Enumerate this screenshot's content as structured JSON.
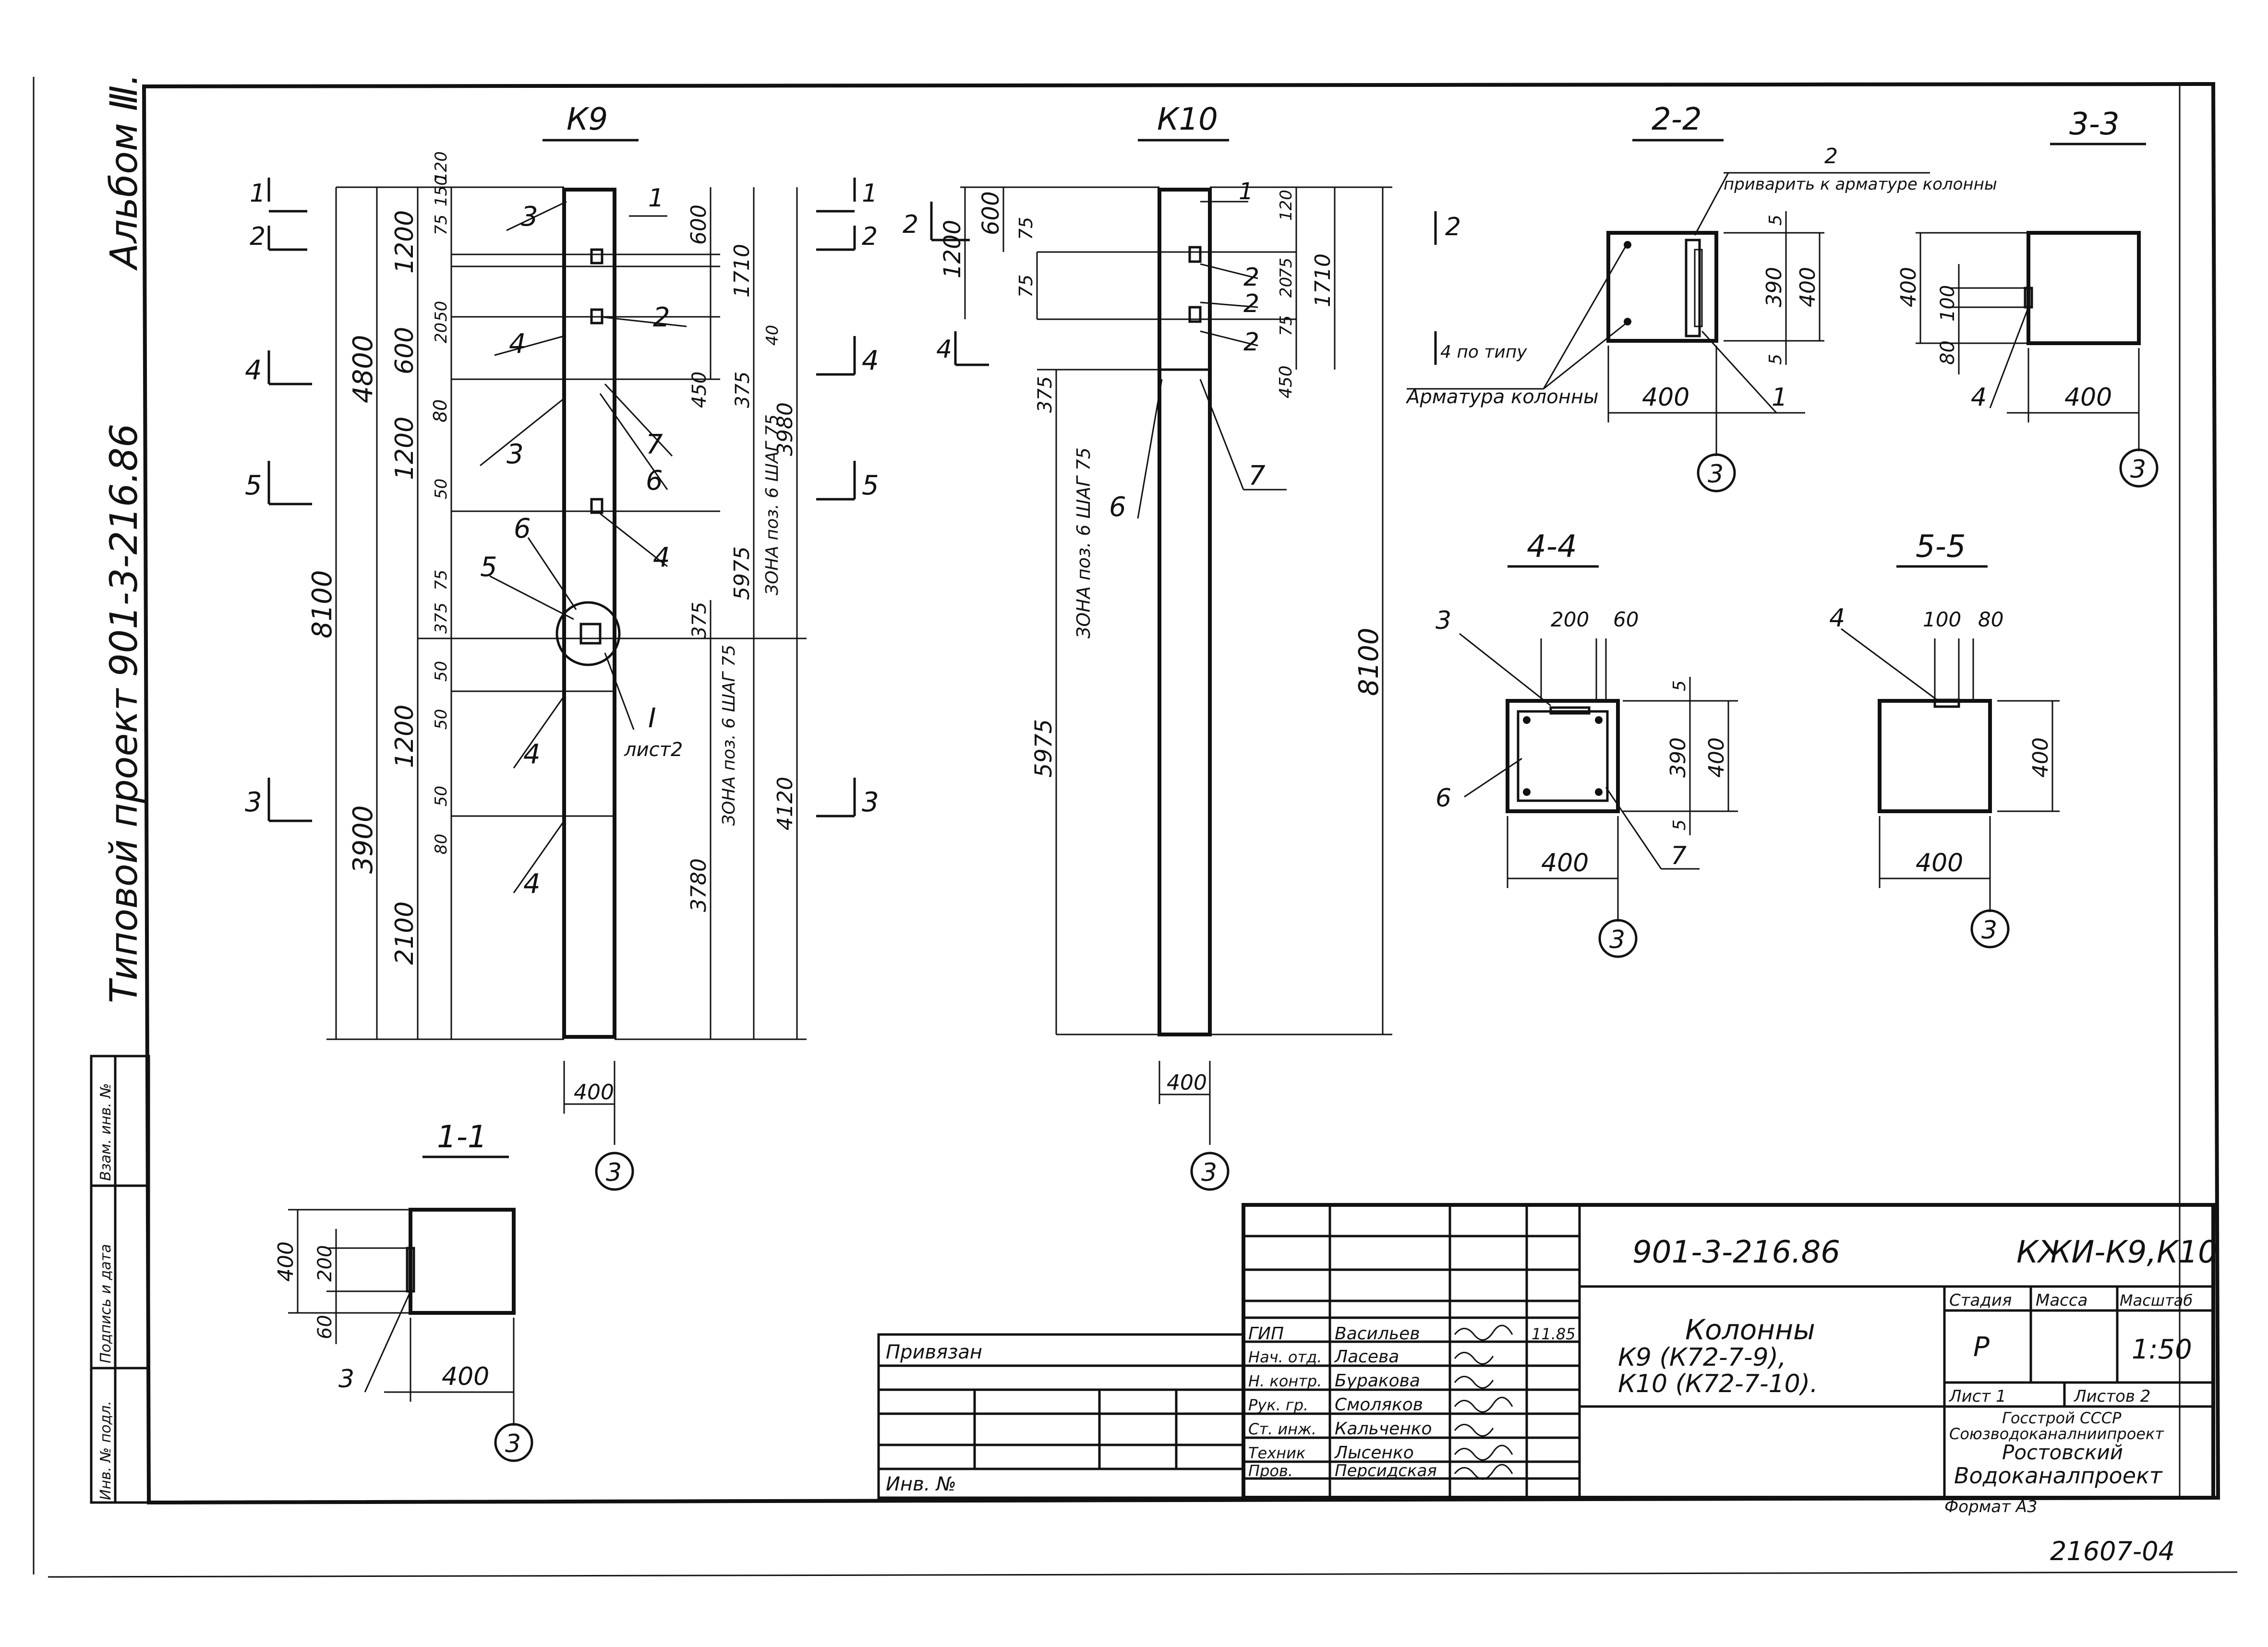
{
  "album": "Альбом Ⅲ.",
  "project": "Типовой проект 901-3-216.86",
  "designation": "901-3-216.86",
  "sheet_code": "КЖИ-К9,К10",
  "drawing_number": "21607-04",
  "views": {
    "k9": "К9",
    "k10": "К10",
    "s11": "1-1",
    "s22": "2-2",
    "s33": "3-3",
    "s44": "4-4",
    "s55": "5-5"
  },
  "axis_label": "3",
  "k9": {
    "total_height": "8100",
    "upper_height": "4800",
    "lower_height": "3900",
    "seg_1200a": "1200",
    "seg_600": "600",
    "seg_1200b": "1200",
    "seg_1200c": "1200",
    "seg_2100": "2100",
    "small_120": "120",
    "small_75": "75",
    "small_150": "150",
    "small_50a": "50",
    "small_80": "80",
    "small_20": "20",
    "small_375": "375",
    "small_75b": "75",
    "small_50b": "50",
    "small_50c": "50",
    "small_50d": "50",
    "small_50e": "50",
    "small_80b": "80",
    "right_600": "600",
    "right_1710": "1710",
    "right_40": "40",
    "right_450": "450",
    "right_375": "375",
    "right_3980": "3980",
    "right_5975": "5975",
    "right_zone_a": "ЗОНА поз. 6 ШАГ 75",
    "right_375b": "375",
    "right_zone_b": "ЗОНА поз. 6 ШАГ 75",
    "right_3780": "3780",
    "right_4120": "4120",
    "width": "400",
    "callout_1": "1",
    "callout_2": "2",
    "callout_3": "3",
    "callout_4": "4",
    "callout_5": "5",
    "callout_6": "6",
    "callout_7": "7",
    "node": "I",
    "node_sheet": "лист2",
    "section_marks": [
      "1",
      "2",
      "4",
      "5",
      "3"
    ]
  },
  "k10": {
    "total_height": "8100",
    "seg_1200": "1200",
    "seg_600": "600",
    "seg_75": "75",
    "seg_375": "375",
    "seg_5975": "5975",
    "zone": "ЗОНА поз. 6 ШАГ 75",
    "r_120": "120",
    "r_75": "75",
    "r_20": "20",
    "r_75b": "75",
    "r_450": "450",
    "r_1710": "1710",
    "width": "400",
    "section_marks": [
      "2",
      "4",
      "2"
    ]
  },
  "s11": {
    "h": "400",
    "a": "200",
    "b": "60",
    "w": "400",
    "callout": "3"
  },
  "s22": {
    "note_num": "2",
    "note": "приварить к арматуре колонны",
    "rebar": "Арматура колонны",
    "typ": "4 по типу",
    "d5a": "5",
    "d390": "390",
    "d400": "400",
    "d5b": "5",
    "w": "400",
    "callout": "1"
  },
  "s33": {
    "h": "400",
    "a": "100",
    "b": "80",
    "w": "400",
    "callout": "4"
  },
  "s44": {
    "a": "200",
    "b": "60",
    "d5a": "5",
    "d390": "390",
    "d400": "400",
    "d5b": "5",
    "w": "400",
    "c3": "3",
    "c6": "6",
    "c7": "7"
  },
  "s55": {
    "a": "100",
    "b": "80",
    "h": "400",
    "w": "400",
    "callout": "4"
  },
  "title_block": {
    "bound": "Привязан",
    "inv_no": "Инв. №",
    "rows": [
      {
        "role": "ГИП",
        "name": "Васильев"
      },
      {
        "role": "Нач. отд.",
        "name": "Ласева"
      },
      {
        "role": "Н. контр.",
        "name": "Буракова"
      },
      {
        "role": "Рук. гр.",
        "name": "Смоляков"
      },
      {
        "role": "Ст. инж.",
        "name": "Кальченко"
      },
      {
        "role": "Техник",
        "name": "Лысенко"
      },
      {
        "role": "Пров.",
        "name": "Персидская"
      }
    ],
    "date": "11.85",
    "title1": "Колонны",
    "title2": "К9 (К72-7-9),",
    "title3": "К10 (К72-7-10).",
    "stage_h": "Стадия",
    "mass_h": "Масса",
    "scale_h": "Масштаб",
    "stage": "Р",
    "scale": "1:50",
    "sheet": "Лист 1",
    "sheets": "Листов 2",
    "org1": "Госстрой СССР",
    "org2": "Союзводоканалниипроект",
    "org3": "Ростовский",
    "org4": "Водоканалпроект",
    "format": "Формат А3"
  },
  "margin_stamp": [
    "Инв. № подл.",
    "Подпись и дата",
    "Взам. инв. №"
  ]
}
